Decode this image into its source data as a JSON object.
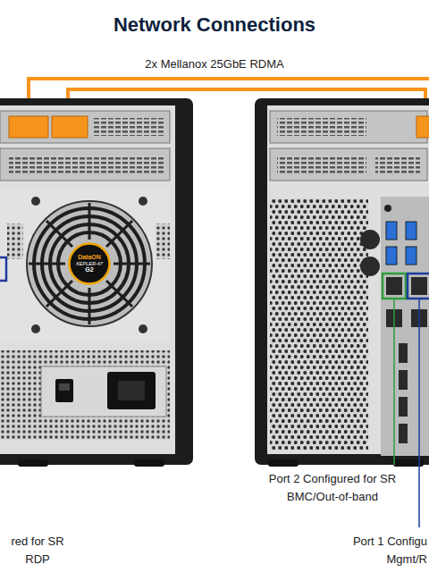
{
  "diagram": {
    "title": "Network Connections",
    "nodes": [
      {
        "text": [
          "DataON",
          "KEPLER-47",
          "G2"
        ]
      }
    ],
    "labels": [
      "2x Mellanox 25GbE RDMA",
      "Port 2 Configured for SR BMC/Out-of-band",
      "Port 1 Configu Mgmt/R",
      "red for SR RDP"
    ]
  }
}
